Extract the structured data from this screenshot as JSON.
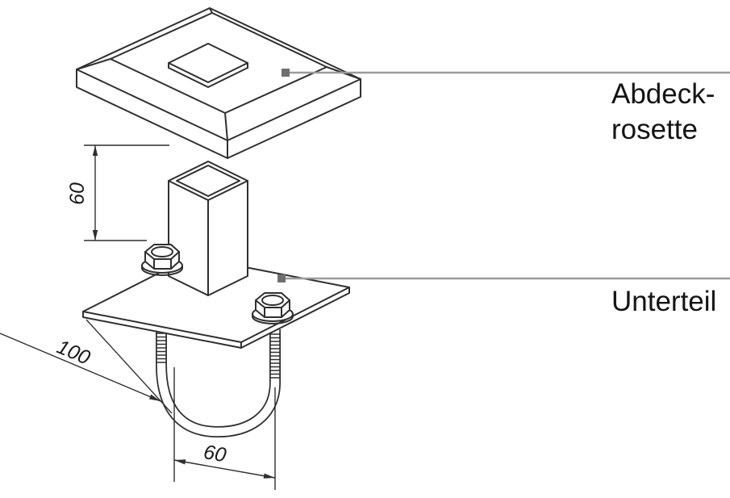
{
  "annotations": {
    "cover_rosette": {
      "line1": "Abdeck-",
      "line2": "rosette"
    },
    "lower_part": {
      "label": "Unterteil"
    }
  },
  "dimensions": {
    "tube_height": "60",
    "plate_width": "100",
    "bolt_spacing": "60"
  },
  "colors": {
    "drawing_line": "#2f2f2f",
    "leader_line": "#9b9b9b",
    "leader_marker": "#6f6f6f",
    "text": "#141414",
    "background": "#ffffff"
  }
}
